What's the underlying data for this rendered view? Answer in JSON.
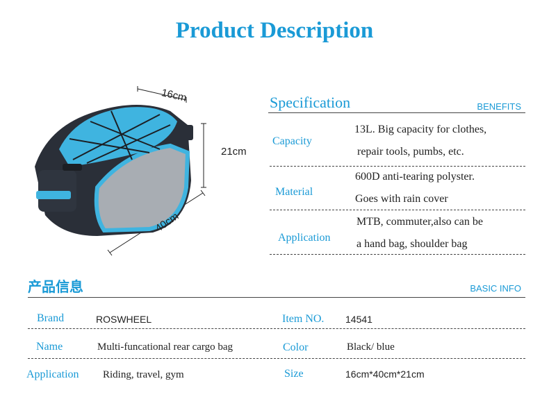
{
  "page": {
    "title": "Product Description"
  },
  "product_image": {
    "dimensions": {
      "depth": "16cm",
      "height": "21cm",
      "length": "40cm"
    },
    "colors": {
      "blue": "#3fb4e0",
      "dark": "#2a2f38",
      "gray": "#a8adb3"
    }
  },
  "specification": {
    "heading": "Specification",
    "tag": "BENEFITS",
    "rows": [
      {
        "label": "Capacity",
        "line1": "13L. Big capacity for clothes,",
        "line2": "repair tools, pumbs, etc."
      },
      {
        "label": "Material",
        "line1": "600D anti-tearing polyster.",
        "line2": "Goes with rain cover"
      },
      {
        "label": "Application",
        "line1": "MTB, commuter,also can be",
        "line2": "a hand bag, shoulder bag"
      }
    ]
  },
  "basic_info": {
    "heading": "产品信息",
    "tag": "BASIC INFO",
    "rows": [
      {
        "label_left": "Brand",
        "value_left": "ROSWHEEL",
        "label_right": "Item NO.",
        "value_right": "14541"
      },
      {
        "label_left": "Name",
        "value_left": "Multi-funcational rear cargo bag",
        "label_right": "Color",
        "value_right": "Black/ blue"
      },
      {
        "label_left": "Application",
        "value_left": "Riding, travel, gym",
        "label_right": "Size",
        "value_right": "16cm*40cm*21cm"
      }
    ]
  },
  "theme": {
    "accent": "#1a9ad6"
  }
}
